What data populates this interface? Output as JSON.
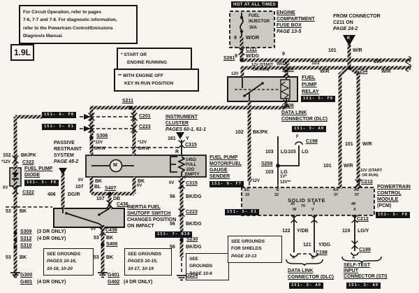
{
  "colors": {
    "paper": "#f7f5ef",
    "shade": "#c9c6bf",
    "ink": "#141414"
  },
  "notes": {
    "circuit": [
      "For Circuit Operation, refer to pages",
      "7-6, 7-7 and 7-8. For diagnostic information,",
      "refer to the Powertrain Control/Emissions",
      "Diagnosis Manual."
    ],
    "engine": "1.9L",
    "legend1": [
      "* START OR",
      "ENGINE RUNNING"
    ],
    "legend2": [
      "** WITH ENGINE OFF",
      "KEY IN RUN POSITION"
    ]
  },
  "power": {
    "hot": "HOT AT ALL TIMES",
    "fuse": [
      "FUEL",
      "INJECTOR",
      "30A"
    ],
    "fusebox": [
      "ENGINE",
      "COMPARTMENT",
      "FUSE BOX"
    ],
    "fusebox_page": "PAGE 13-5",
    "from_conn": [
      "FROM CONNECTOR",
      "C211 ON"
    ],
    "from_conn_page": "PAGE 24-2",
    "k": "K"
  },
  "wires": {
    "n9": "9",
    "wor": "W/OR",
    "wdg": "W/DG",
    "n101": "101",
    "wr": "W/R",
    "n102": "102",
    "bkpk": "BK/PK",
    "n103": "103",
    "lg": "LG",
    "n161": "161",
    "y": "Y",
    "bkw": "BK/W",
    "r": "R",
    "t": "T",
    "bk": "BK",
    "n53": "53",
    "n107": "107",
    "bl": "BL",
    "db": "DB",
    "n56": "56",
    "bkdg": "BK/DG",
    "n406": "406",
    "dgr": "DG/R",
    "n122": "122",
    "ydb": "Y/DB",
    "n121": "121",
    "ydg": "Y/DG",
    "n119": "119",
    "lgy": "LG/Y"
  },
  "volts": {
    "v12": "12V",
    "v12s": "*12V",
    "v0": "0V",
    "v1": "1V*",
    "v12ss": "12V**",
    "start1": "12V (START",
    "start2": "OR RUN)"
  },
  "points": {
    "s281": "S281",
    "s254": "S254",
    "s211": "S211",
    "s306": "S306",
    "s258": "S258",
    "s407": "S407",
    "s406": "S406",
    "s309": "S309",
    "s312": "S312",
    "s310": "S310",
    "s230": "S230",
    "c111": "C111",
    "c208": "C208",
    "c201": "C201",
    "c223": "C223",
    "c315": "C315",
    "c322": "C322",
    "c436": "C436",
    "c438": "C438",
    "c198": "C198",
    "c199": "C199",
    "c212": "C212",
    "g300": "G300",
    "g401": "G401",
    "g402": "G402",
    "g224": "G224",
    "f": "F",
    "a": "A",
    "b": "B",
    "m": "M"
  },
  "components": {
    "relay": [
      "FUEL",
      "PUMP",
      "RELAY"
    ],
    "dlc": [
      "DATA LINK",
      "CONNECTOR (DLC)"
    ],
    "cluster": [
      "INSTRUMENT",
      "CLUSTER"
    ],
    "cluster_page": "PAGES 60-1, 61-1",
    "prs": [
      "PASSIVE",
      "RESTRAINT",
      "SYSTEM"
    ],
    "prs_page": "PAGE 45-2",
    "diode": [
      "FUEL PUMP",
      "DIODE"
    ],
    "pump": [
      "FUEL PUMP",
      "MOTOR/FUEL",
      "GAUGE",
      "SENDER"
    ],
    "res": [
      "145Ω",
      "FULL",
      "22Ω",
      "EMPTY"
    ],
    "inertia": [
      "INERTIA FUEL",
      "SHUTOFF SWITCH",
      "CHANGES POSITION",
      "ON IMPACT"
    ],
    "pcm": [
      "POWERTRAIN",
      "CONTROL",
      "MODULE",
      "(PCM)"
    ],
    "solid_state": "SOLID STATE",
    "sti": [
      "SELF-TEST",
      "INPUT",
      "CONNECTOR (STI)"
    ],
    "dr3": "(3 DR ONLY)",
    "dr4": "(4 DR ONLY)"
  },
  "pins": {
    "ec": "EC",
    "p19": "19",
    "e": "E",
    "p22": "22",
    "ax": "AX",
    "p37": "37",
    "av": "AV",
    "p57": "57",
    "p26": "26",
    "w": "W",
    "p70": "70",
    "p5": "5",
    "v": "V",
    "p48": "48",
    "x": "X"
  },
  "grounds": {
    "a": [
      "SEE GROUNDS",
      "PAGES 10-16,",
      "10-18, 10-20"
    ],
    "b": [
      "SEE GROUNDS",
      "PAGES 10-15,",
      "10-17, 10-19"
    ],
    "c": [
      "SEE",
      "GROUNDS",
      "PAGE 10-8"
    ],
    "d": [
      "SEE GROUNDS",
      "FOR SHIELDS",
      "PAGE 10-13"
    ]
  },
  "tags": {
    "f8_6": "151- 6- F8",
    "e1": "151- 5- E1",
    "f8": "151- 5- F8",
    "a9": "151- 3- A9",
    "b10": "151- 7- B10",
    "f7": "151- 9- F7"
  }
}
